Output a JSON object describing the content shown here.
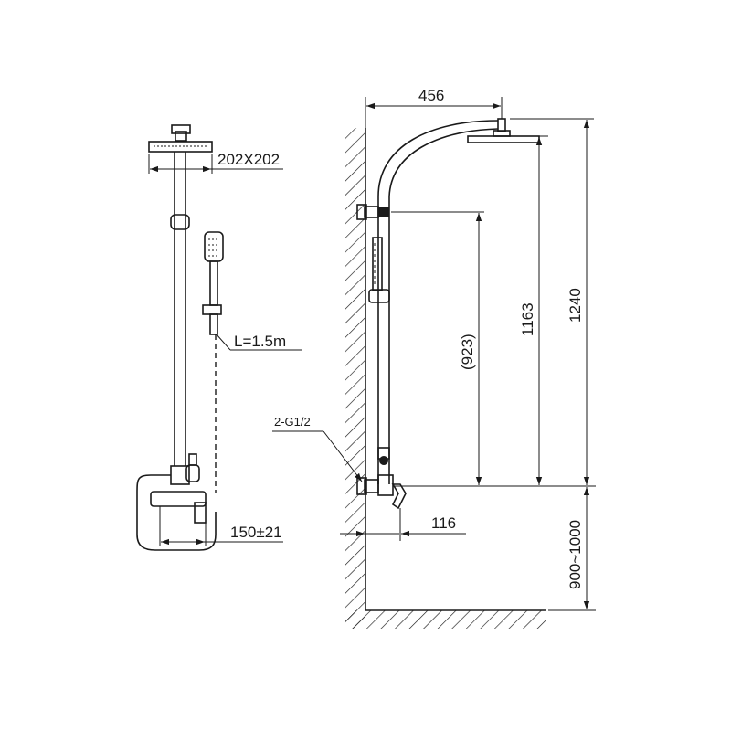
{
  "front_view": {
    "head_size": "202X202",
    "hose_length": "L=1.5m",
    "inlet_spacing": "150±21"
  },
  "side_view": {
    "arm_reach": "456",
    "inlet_thread": "2-G1/2",
    "mixer_depth": "116",
    "slide_height": "(923)",
    "head_height": "1163",
    "total_height": "1240",
    "install_height": "900~1000"
  }
}
